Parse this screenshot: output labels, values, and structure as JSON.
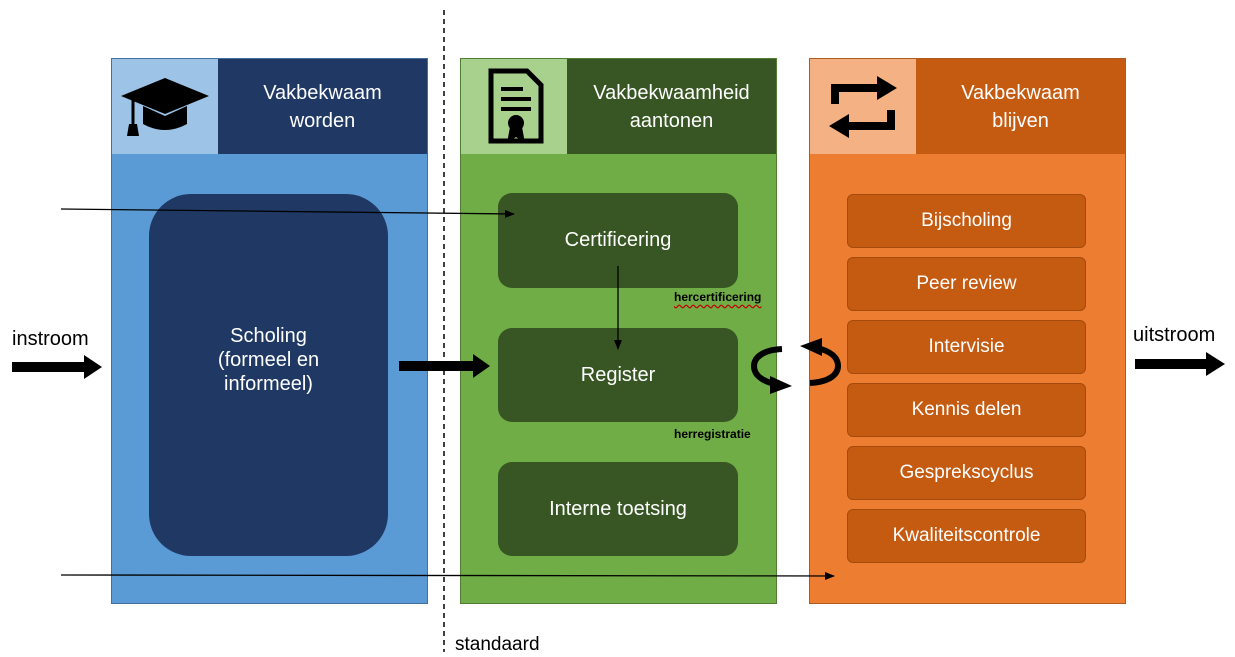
{
  "columns": {
    "worden": {
      "title_line1": "Vakbekwaam",
      "title_line2": "worden",
      "icon": "graduation-cap-icon",
      "colors": {
        "header": "#1f3864",
        "icon_bg": "#9dc3e6",
        "body": "#5b9bd5",
        "block": "#1f3864"
      },
      "block_line1": "Scholing",
      "block_line2": "(formeel en",
      "block_line3": "informeel)"
    },
    "aantonen": {
      "title_line1": "Vakbekwaamheid",
      "title_line2": "aantonen",
      "icon": "certificate-icon",
      "colors": {
        "header": "#375623",
        "icon_bg": "#a9d18e",
        "body": "#70ad47",
        "block": "#375623"
      },
      "items": [
        "Certificering",
        "Register",
        "Interne toetsing"
      ],
      "annotations": [
        "hercertificering",
        "herregistratie"
      ]
    },
    "blijven": {
      "title_line1": "Vakbekwaam",
      "title_line2": "blijven",
      "icon": "refresh-cycle-icon",
      "colors": {
        "header": "#c55a11",
        "icon_bg": "#f4b183",
        "body": "#ed7d31",
        "block": "#c55a11"
      },
      "items": [
        "Bijscholing",
        "Peer review",
        "Intervisie",
        "Kennis delen",
        "Gesprekscyclus",
        "Kwaliteitscontrole"
      ]
    }
  },
  "labels": {
    "inflow": "instroom",
    "outflow": "uitstroom",
    "standard": "standaard"
  }
}
